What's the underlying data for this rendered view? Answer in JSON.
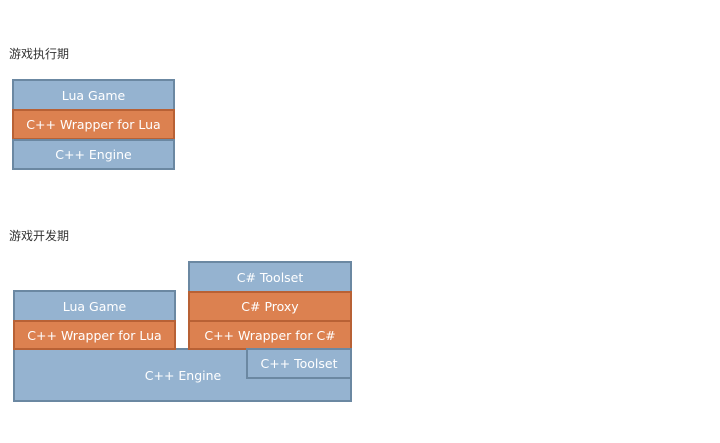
{
  "runtime": {
    "title": "游戏执行期",
    "stack": {
      "lua_game": "Lua Game",
      "cpp_wrapper": "C++ Wrapper for Lua",
      "cpp_engine": "C++ Engine"
    }
  },
  "development": {
    "title": "游戏开发期",
    "left_stack": {
      "lua_game": "Lua Game",
      "cpp_wrapper": "C++ Wrapper for Lua"
    },
    "right_stack": {
      "cs_toolset": "C# Toolset",
      "cs_proxy": "C# Proxy",
      "cpp_wrapper_cs": "C++ Wrapper for C#",
      "cpp_toolset": "C++ Toolset"
    },
    "cpp_engine": "C++ Engine"
  },
  "colors": {
    "blue_block": "#95b3d0",
    "orange_block": "#dc8150",
    "border": "#6b88a2"
  }
}
